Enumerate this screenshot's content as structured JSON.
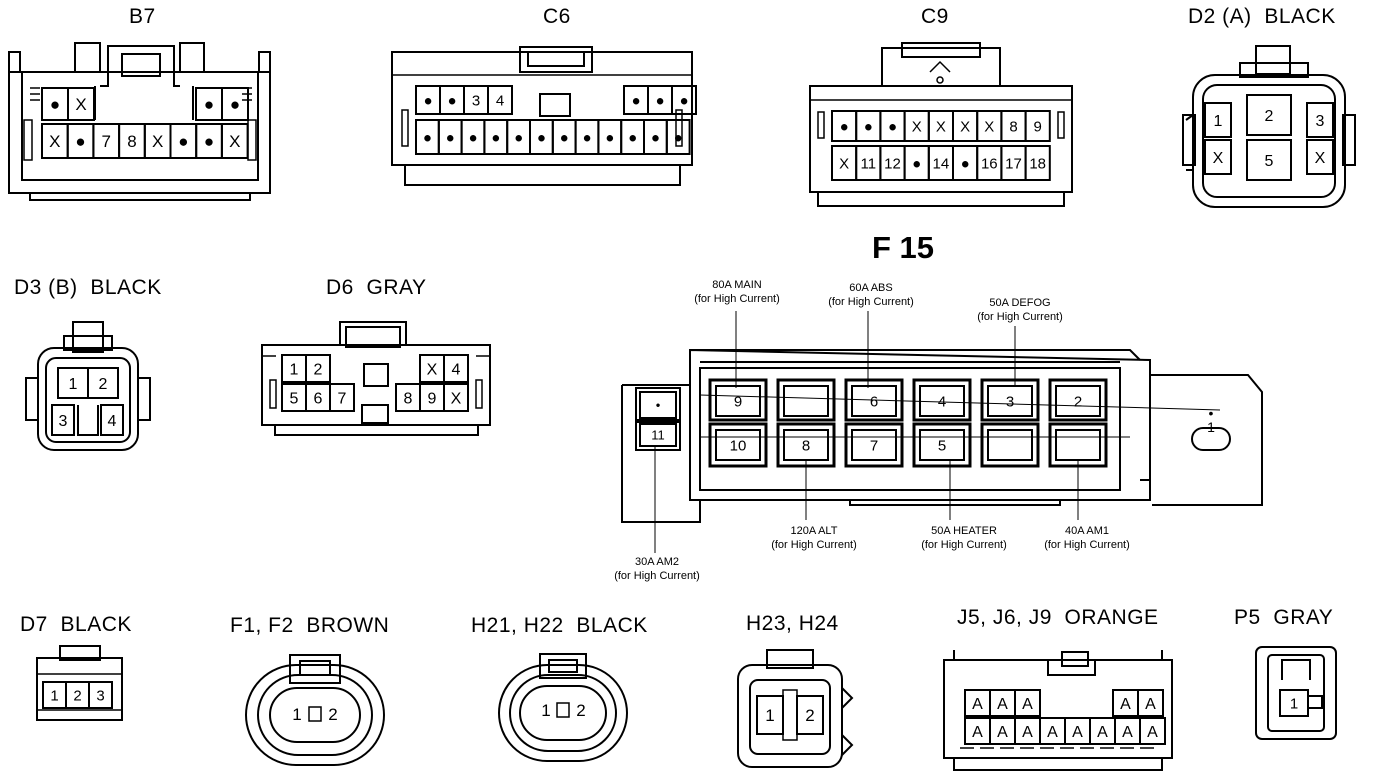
{
  "connectors": {
    "b7": {
      "title": "B7",
      "row1": [
        "●",
        "X",
        "",
        "",
        "",
        "",
        "●",
        "●"
      ],
      "row2": [
        "X",
        "●",
        "7",
        "8",
        "X",
        "●",
        "●",
        "X"
      ]
    },
    "c6": {
      "title": "C6",
      "row1": [
        "●",
        "●",
        "3",
        "4",
        "",
        "",
        "",
        "●",
        "●",
        "●"
      ],
      "row2": [
        "●",
        "●",
        "●",
        "●",
        "●",
        "●",
        "●",
        "●",
        "●",
        "●",
        "●",
        "●"
      ]
    },
    "c9": {
      "title": "C9",
      "row1": [
        "●",
        "●",
        "●",
        "X",
        "X",
        "X",
        "X",
        "8",
        "9"
      ],
      "row2": [
        "X",
        "11",
        "12",
        "●",
        "14",
        "●",
        "16",
        "17",
        "18"
      ]
    },
    "d2": {
      "title": "D2 (A)  BLACK",
      "pins": [
        "1",
        "2",
        "3",
        "X",
        "5",
        "X"
      ]
    },
    "d3": {
      "title": "D3 (B)  BLACK",
      "pins": [
        "1",
        "2",
        "3",
        "4"
      ]
    },
    "d6": {
      "title": "D6  GRAY",
      "row1": [
        "1",
        "2",
        "X",
        "4"
      ],
      "row2": [
        "5",
        "6",
        "7",
        "8",
        "9",
        "X"
      ]
    },
    "d7": {
      "title": "D7  BLACK",
      "pins": [
        "1",
        "2",
        "3"
      ]
    },
    "f1": {
      "title": "F1, F2  BROWN",
      "pins": [
        "1",
        "2"
      ]
    },
    "h21": {
      "title": "H21, H22  BLACK",
      "pins": [
        "1",
        "2"
      ]
    },
    "h23": {
      "title": "H23, H24",
      "pins": [
        "1",
        "2"
      ]
    },
    "j5": {
      "title": "J5, J6, J9  ORANGE",
      "row1": [
        "A",
        "A",
        "A",
        "A",
        "A"
      ],
      "row2": [
        "A",
        "A",
        "A",
        "A",
        "A",
        "A",
        "A",
        "A"
      ]
    },
    "p5": {
      "title": "P5  GRAY",
      "pins": [
        "1"
      ]
    }
  },
  "fuse_block": {
    "title": "F 15",
    "top_row": [
      "9",
      "",
      "6",
      "4",
      "3",
      "2"
    ],
    "bottom_row": [
      "10",
      "8",
      "7",
      "5",
      "",
      ""
    ],
    "small_fuses": [
      "•",
      "11"
    ],
    "side_pin": [
      "•",
      "1"
    ],
    "labels": {
      "main": [
        "80A MAIN",
        "(for High Current)"
      ],
      "abs": [
        "60A ABS",
        "(for High Current)"
      ],
      "defog": [
        "50A DEFOG",
        "(for High Current)"
      ],
      "alt": [
        "120A ALT",
        "(for High Current)"
      ],
      "heater": [
        "50A HEATER",
        "(for High Current)"
      ],
      "am1": [
        "40A AM1",
        "(for High Current)"
      ],
      "am2": [
        "30A AM2",
        "(for High Current)"
      ]
    }
  }
}
